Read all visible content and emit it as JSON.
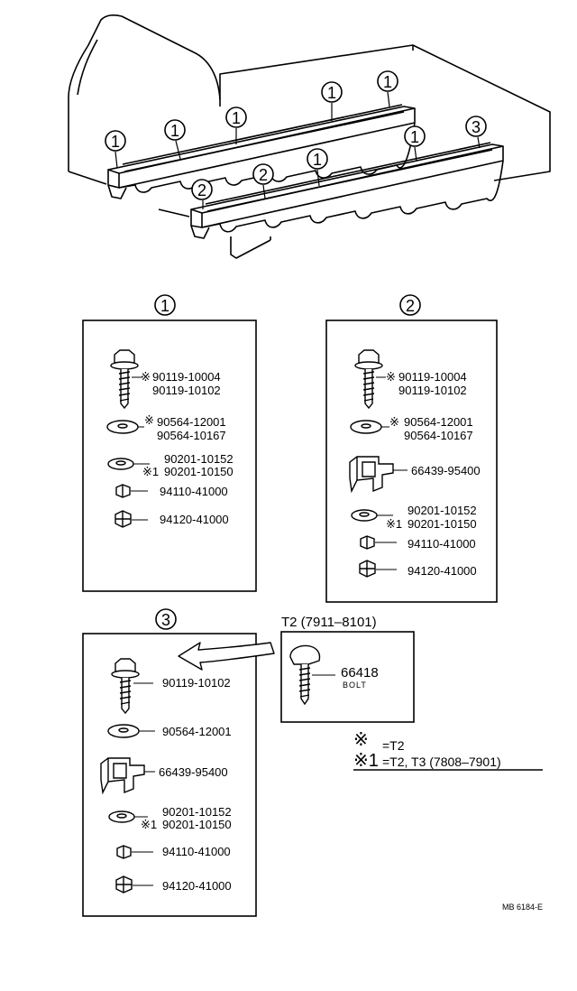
{
  "callouts": {
    "c1": "1",
    "c2": "2",
    "c3": "3"
  },
  "marks": {
    "kome": "※",
    "kome1": "※1"
  },
  "panel1": {
    "parts": [
      {
        "top": "90119-10004",
        "bottom": "90119-10102"
      },
      {
        "top": "90564-12001",
        "bottom": "90564-10167"
      },
      {
        "top": "90201-10152",
        "bottom": "90201-10150"
      },
      {
        "top": "94110-41000"
      },
      {
        "top": "94120-41000"
      }
    ]
  },
  "panel2": {
    "parts": [
      {
        "top": "90119-10004",
        "bottom": "90119-10102"
      },
      {
        "top": "90564-12001",
        "bottom": "90564-10167"
      },
      {
        "top": "66439-95400"
      },
      {
        "top": "90201-10152",
        "bottom": "90201-10150"
      },
      {
        "top": "94110-41000"
      },
      {
        "top": "94120-41000"
      }
    ]
  },
  "panel3": {
    "parts": [
      {
        "top": "90119-10102"
      },
      {
        "top": "90564-12001"
      },
      {
        "top": "66439-95400"
      },
      {
        "top": "90201-10152",
        "bottom": "90201-10150"
      },
      {
        "top": "94110-41000"
      },
      {
        "top": "94120-41000"
      }
    ]
  },
  "t2": {
    "title": "T2 (7911–8101)",
    "part": "66418",
    "name": "BOLT"
  },
  "legend": {
    "row1": "=T2",
    "row2": "=T2, T3 (7808–7901)"
  },
  "footer": {
    "code": "MB 6184-E"
  }
}
